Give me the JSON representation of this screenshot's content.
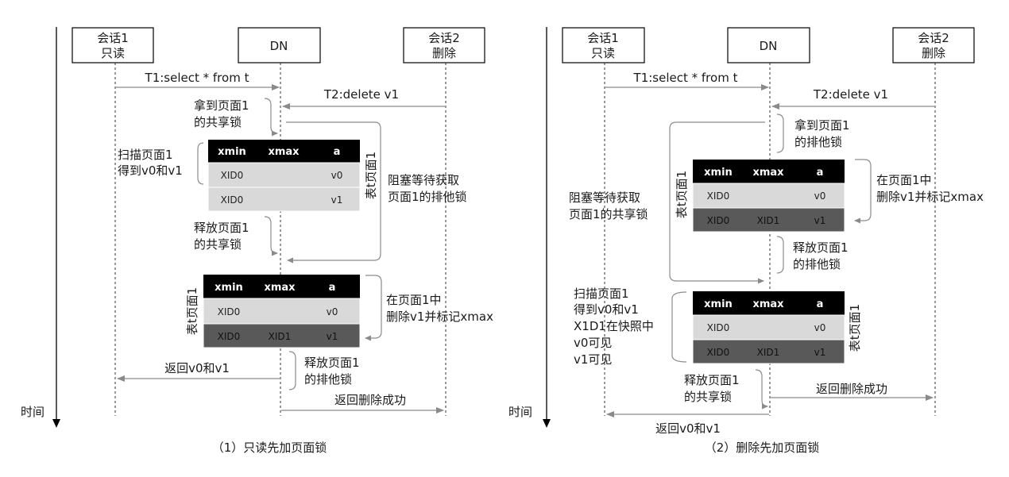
{
  "left": {
    "session1": [
      "会话1",
      "只读"
    ],
    "dn": "DN",
    "session2": [
      "会话2",
      "删除"
    ],
    "t1_msg": "T1:select * from t",
    "t2_msg": "T2:delete v1",
    "get_shared_lock": [
      "拿到页面1",
      "的共享锁"
    ],
    "scan_page": [
      "扫描页面1",
      "得到v0和v1"
    ],
    "blocked_wait": [
      "阻塞等待获取",
      "页面1的排他锁"
    ],
    "table_label_1": "表t页面1",
    "release_shared_lock": [
      "释放页面1",
      "的共享锁"
    ],
    "table_label_2": "表t页面1",
    "mark_delete": [
      "在页面1中",
      "删除v1并标记xmax"
    ],
    "release_excl_lock": [
      "释放页面1",
      "的排他锁"
    ],
    "return_rows": "返回v0和v1",
    "return_delete": "返回删除成功",
    "time": "时间",
    "caption": "（1）只读先加页面锁"
  },
  "right": {
    "session1": [
      "会话1",
      "只读"
    ],
    "dn": "DN",
    "session2": [
      "会话2",
      "删除"
    ],
    "t1_msg": "T1:select * from t",
    "t2_msg": "T2:delete v1",
    "get_excl_lock": [
      "拿到页面1",
      "的排他锁"
    ],
    "blocked_wait": [
      "阻塞等待获取",
      "页面1的共享锁"
    ],
    "table_label_1": "表t页面1",
    "mark_delete": [
      "在页面1中",
      "删除v1并标记xmax"
    ],
    "release_excl_lock": [
      "释放页面1",
      "的排他锁"
    ],
    "scan_info": [
      "扫描页面1",
      "得到v0和v1",
      "X1D1在快照中",
      "v0可见",
      "v1可见"
    ],
    "table_label_2": "表t页面1",
    "release_shared_lock": [
      "释放页面1",
      "的共享锁"
    ],
    "return_delete": "返回删除成功",
    "return_rows": "返回v0和v1",
    "time": "时间",
    "caption": "（2）删除先加页面锁"
  },
  "tables": {
    "headers": [
      "xmin",
      "xmax",
      "a"
    ],
    "before": [
      [
        "XID0",
        "",
        "v0"
      ],
      [
        "XID0",
        "",
        "v1"
      ]
    ],
    "after": [
      [
        "XID0",
        "",
        "v0"
      ],
      [
        "XID0",
        "XID1",
        "v1"
      ]
    ]
  },
  "colors": {
    "header": "#000000",
    "row_light": "#d9d9d9",
    "row_dark": "#595959",
    "arrow": "#808080",
    "bracket": "#8c8c8c"
  }
}
